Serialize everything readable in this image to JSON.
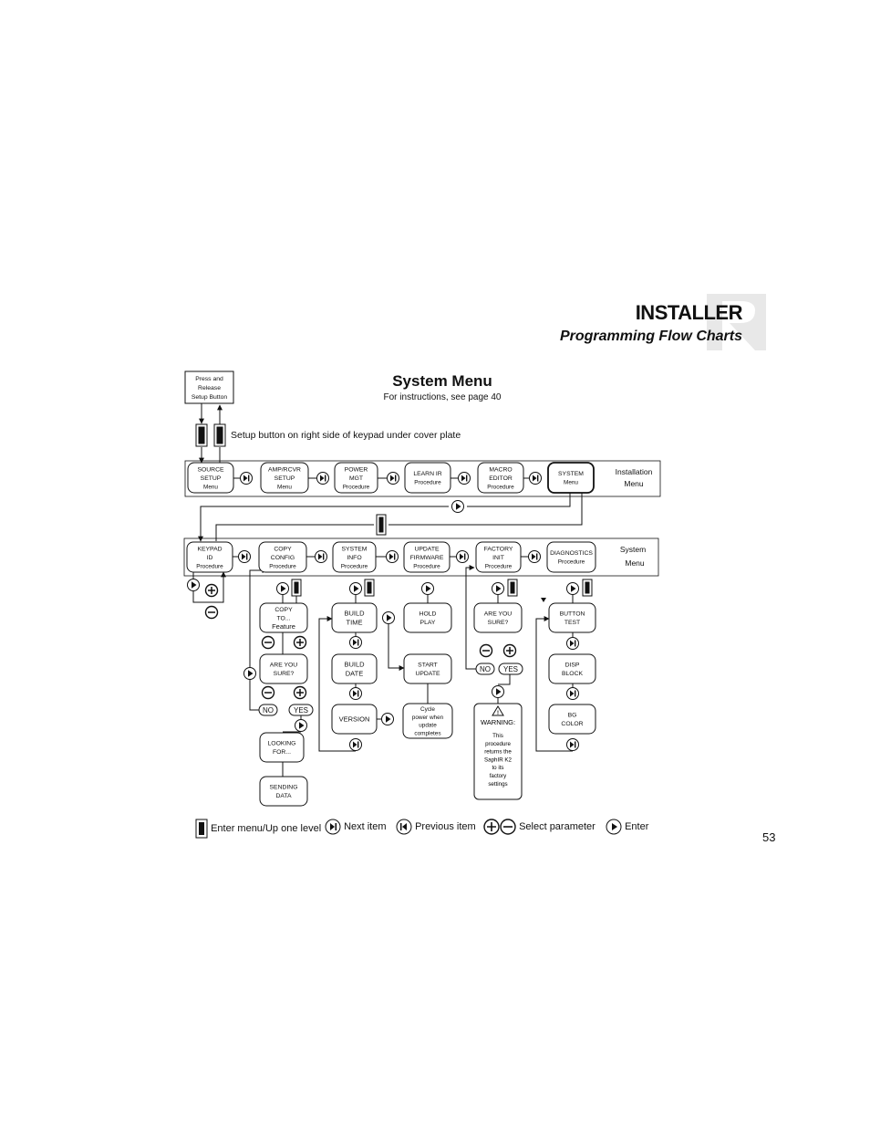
{
  "header": {
    "title": "INSTALLER",
    "subtitle": "Programming Flow Charts"
  },
  "system_menu": {
    "title": "System Menu",
    "subtitle": "For instructions, see page 40"
  },
  "start_box": [
    "Press and",
    "Release",
    "Setup Button"
  ],
  "setup_note": "Setup button on right side of keypad under cover plate",
  "installation_row": {
    "label": [
      "Installation",
      "Menu"
    ],
    "items": [
      [
        "SOURCE",
        "SETUP",
        "Menu"
      ],
      [
        "AMP/RCVR",
        "SETUP",
        "Menu"
      ],
      [
        "POWER",
        "MGT",
        "Procedure"
      ],
      [
        "LEARN IR",
        "Procedure"
      ],
      [
        "MACRO",
        "EDITOR",
        "Procedure"
      ],
      [
        "SYSTEM",
        "Menu"
      ]
    ]
  },
  "system_row": {
    "label": [
      "System",
      "Menu"
    ],
    "items": [
      [
        "KEYPAD",
        "ID",
        "Procedure"
      ],
      [
        "COPY",
        "CONFIG",
        "Procedure"
      ],
      [
        "SYSTEM",
        "INFO",
        "Procedure"
      ],
      [
        "UPDATE",
        "FIRMWARE",
        "Procedure"
      ],
      [
        "FACTORY",
        "INIT",
        "Procedure"
      ],
      [
        "DIAGNOSTICS",
        "Procedure"
      ]
    ]
  },
  "copy_config": {
    "copy_to": [
      "COPY",
      "TO...",
      "Feature"
    ],
    "are_you_sure": [
      "ARE YOU",
      "SURE?"
    ],
    "no": "NO",
    "yes": "YES",
    "looking_for": [
      "LOOKING",
      "FOR..."
    ],
    "sending_data": [
      "SENDING",
      "DATA"
    ]
  },
  "system_info": {
    "build_time": [
      "BUILD",
      "TIME"
    ],
    "build_date": [
      "BUILD",
      "DATE"
    ],
    "version": "VERSION"
  },
  "update_firmware": {
    "hold_play": [
      "HOLD",
      "PLAY"
    ],
    "start_update": [
      "START",
      "UPDATE"
    ],
    "cycle_power": [
      "Cycle",
      "power when",
      "update",
      "completes"
    ]
  },
  "factory_init": {
    "are_you_sure": [
      "ARE YOU",
      "SURE?"
    ],
    "no": "NO",
    "yes": "YES",
    "warning_title": "WARNING:",
    "warning_body": [
      "This",
      "procedure",
      "returns the",
      "SaphIR K2",
      "to its",
      "factory",
      "settings"
    ]
  },
  "diagnostics": {
    "button_test": [
      "BUTTON",
      "TEST"
    ],
    "disp_block": [
      "DISP",
      "BLOCK"
    ],
    "bg_color": [
      "BG",
      "COLOR"
    ]
  },
  "legend": {
    "enter_menu": "Enter menu/Up one level",
    "next_item": "Next item",
    "previous_item": "Previous item",
    "select_parameter": "Select parameter",
    "enter": "Enter"
  },
  "page_number": "53"
}
